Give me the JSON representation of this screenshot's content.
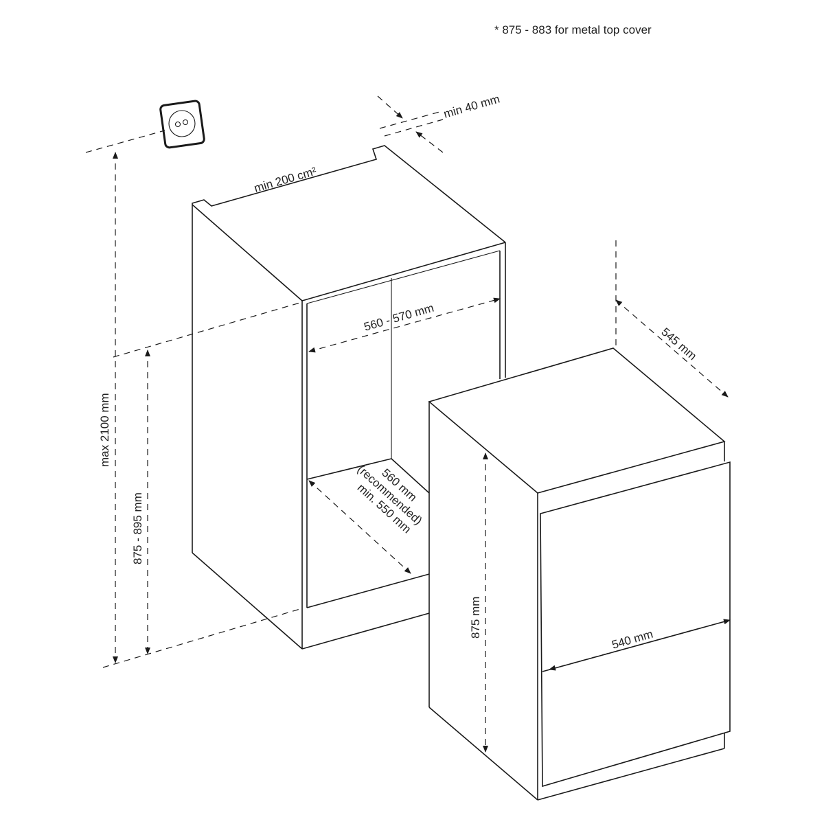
{
  "note": "* 875 - 883 for metal top cover",
  "niche": {
    "ventilation": "min 200 cm²",
    "gap": "min 40 mm",
    "width": "560 - 570 mm",
    "depth_line1": "560 mm",
    "depth_line2": "(recommended)",
    "depth_line3": "min. 550 mm",
    "height": "875 - 895 mm",
    "max_height": "max 2100 mm"
  },
  "appliance": {
    "depth": "545 mm",
    "height": "875 mm",
    "width": "540 mm"
  },
  "colors": {
    "line": "#1a1a1a",
    "text": "#222222",
    "background": "#ffffff"
  }
}
